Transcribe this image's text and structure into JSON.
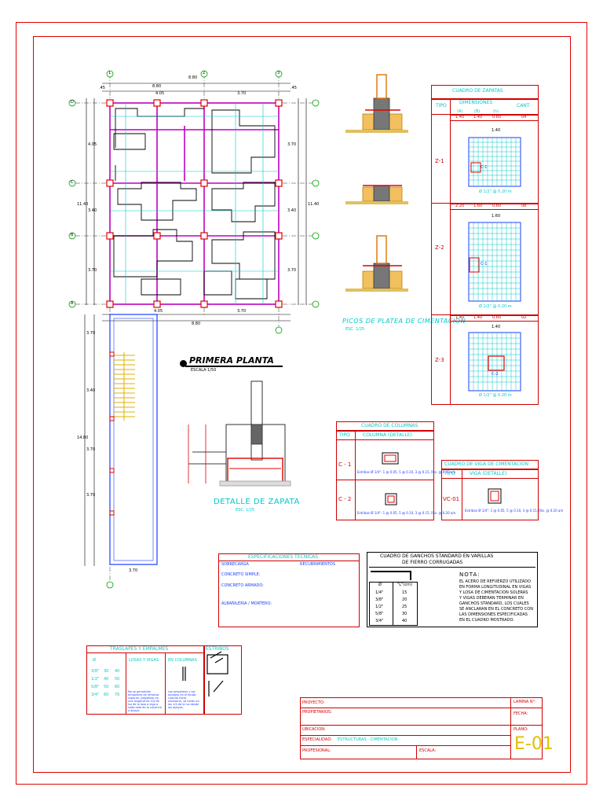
{
  "plan": {
    "title": "PRIMERA PLANTA",
    "scale": "ESCALA 1/50",
    "top_dim_total": "8.80",
    "top_dim_sub": "8.80",
    "seg1": "4.05",
    "seg2": "3.70",
    "seg_sm1": ".45",
    "seg_sm2": ".45",
    "bot_total": "8.80",
    "bot_seg1": "4.05",
    "bot_seg2": "3.70",
    "left_total": "11.40",
    "left_a": "4.05",
    "left_b": "3.40",
    "left_c": "3.70",
    "right_total": "11.40",
    "right_a": "3.70",
    "right_b": "3.40",
    "right_c": "3.70",
    "stair_total": "14.80",
    "stair_a": "3.70",
    "stair_b": "3.40",
    "stair_c": "3.70",
    "stair_d": "3.70",
    "stair_bot": "3.70",
    "axes_top": [
      "1",
      "2",
      "3"
    ],
    "axes_left": [
      "D",
      "C",
      "B",
      "A"
    ]
  },
  "section_caption": "PICOS DE PLATEA DE CIMENTACION",
  "section_sub": "ESC. 1/25",
  "zapata_detail": {
    "title": "DETALLE DE ZAPATA",
    "scale": "ESC. 1/25"
  },
  "cuadro_zapatas": {
    "title": "CUADRO DE ZAPATAS",
    "head_tipo": "TIPO",
    "head_dim": "DIMENSIONES",
    "head_cant": "CANT.",
    "sub": [
      "(A)",
      "(B)",
      "(h)"
    ],
    "rows": [
      {
        "tipo": "Z-1",
        "a": "1.40",
        "b": "1.40",
        "h": "0.60",
        "cant": "04",
        "dim": "1.40",
        "mesh": "Ø 1/2\" @ 0.20 m",
        "col": "C-1"
      },
      {
        "tipo": "Z-2",
        "a": "2.20",
        "b": "1.60",
        "h": "0.60",
        "cant": "08",
        "dim": "1.60",
        "mesh": "Ø 1/2\" @ 0.20 m",
        "col": "C-1"
      },
      {
        "tipo": "Z-3",
        "a": "1.40",
        "b": "1.40",
        "h": "0.60",
        "cant": "02",
        "dim": "1.40",
        "mesh": "Ø 1/2\" @ 0.20 m",
        "col": "C-2"
      }
    ]
  },
  "cuadro_columnas": {
    "title": "CUADRO DE COLUMNAS",
    "head_tipo": "TIPO",
    "head_det": "COLUMNA (DETALLE)",
    "rows": [
      {
        "tipo": "C - 1",
        "note": "Estribos Ø 1/4\": 1 @ 0.05, 5 @ 0.10, 3 @ 0.15, Rto. @ 0.20 a/e"
      },
      {
        "tipo": "C - 2",
        "note": "Estribos Ø 1/4\": 1 @ 0.05, 5 @ 0.10, 3 @ 0.15, Rto. @ 0.20 a/e"
      }
    ]
  },
  "cuadro_viga": {
    "title": "CUADRO DE VIGA DE CIMENTACION",
    "head_tipo": "TIPO",
    "head_det": "VIGA (DETALLE)",
    "rows": [
      {
        "tipo": "VC-01",
        "note": "Estribos Ø 1/4\": 1 @ 0.05, 5 @ 0.10, 3 @ 0.15, Rto. @ 0.20 a/e"
      }
    ]
  },
  "especificaciones": {
    "title": "ESPECIFICACIONES TECNICAS",
    "h1": "SOBRECARGA",
    "h2": "CONCRETO SIMPLE:",
    "h3": "CONCRETO ARMADO:",
    "h4": "ALBAÑILERIA / MORTERO:",
    "h5": "RECUBRIMIENTOS"
  },
  "ganchos": {
    "title1": "CUADRO DE GANCHOS STANDARD EN VARILLAS",
    "title2": "DE FIERRO CORRUGADAS",
    "nota_title": "NOTA:",
    "nota": [
      "EL ACERO DE REFUERZO UTILIZADO",
      "EN FORMA LONGITUDINAL EN VIGAS",
      "Y LOSA DE CIMENTACION SOLERAS",
      "Y VIGAS DEBERAN TERMINAR EN",
      "GANCHOS STANDARD, LOS CUALES",
      "SE ANCLARAN EN EL CONCRETO CON",
      "LAS DIMENSIONES ESPECIFICADAS",
      "EN EL CUADRO MOSTRADO."
    ],
    "head_a": "Ø",
    "head_b": "\"L\"(cm)",
    "rows": [
      [
        "1/4\"",
        "15"
      ],
      [
        "3/8\"",
        "20"
      ],
      [
        "1/2\"",
        "25"
      ],
      [
        "5/8\"",
        "30"
      ],
      [
        "3/4\"",
        "40"
      ]
    ]
  },
  "traslapes": {
    "title": "TRASLAPES Y EMPALMES",
    "col1": "Ø",
    "col_losas": "LOSAS Y VIGAS",
    "col_columnas": "EN COLUMNAS",
    "rows": [
      [
        "3/8\"",
        "30",
        "40"
      ],
      [
        "1/2\"",
        "40",
        "50"
      ],
      [
        "5/8\"",
        "50",
        "60"
      ],
      [
        "3/4\"",
        "60",
        "70"
      ]
    ],
    "note1": "No se permitirán empalmes de refuerzo superior (negativo) en una longitud de 1/4 de luz de la losa o viga a cada lado de la columna o apoyo.",
    "note2": "Los empalmes y los anclajes en el fondo, cuando fuera necesario, se harán en los 1/4 de la luz desde los apoyos."
  },
  "estribos": {
    "title": "ESTRIBOS"
  },
  "title_block": {
    "proyecto_label": "PROYECTO:",
    "propietarios_label": "PROPIETARIOS:",
    "ubicacion_label": "UBICACION:",
    "especialidad_label": "ESPECIALIDAD:",
    "profesional_label": "PROFESIONAL:",
    "escala_label": "ESCALA:",
    "fecha_label": "FECHA:",
    "lamina_label": "LAMINA N°:",
    "plano_label": "PLANO:",
    "plano_value": "E-01",
    "especialidad_value": "ESTRUCTURAS - CIMENTACION"
  }
}
